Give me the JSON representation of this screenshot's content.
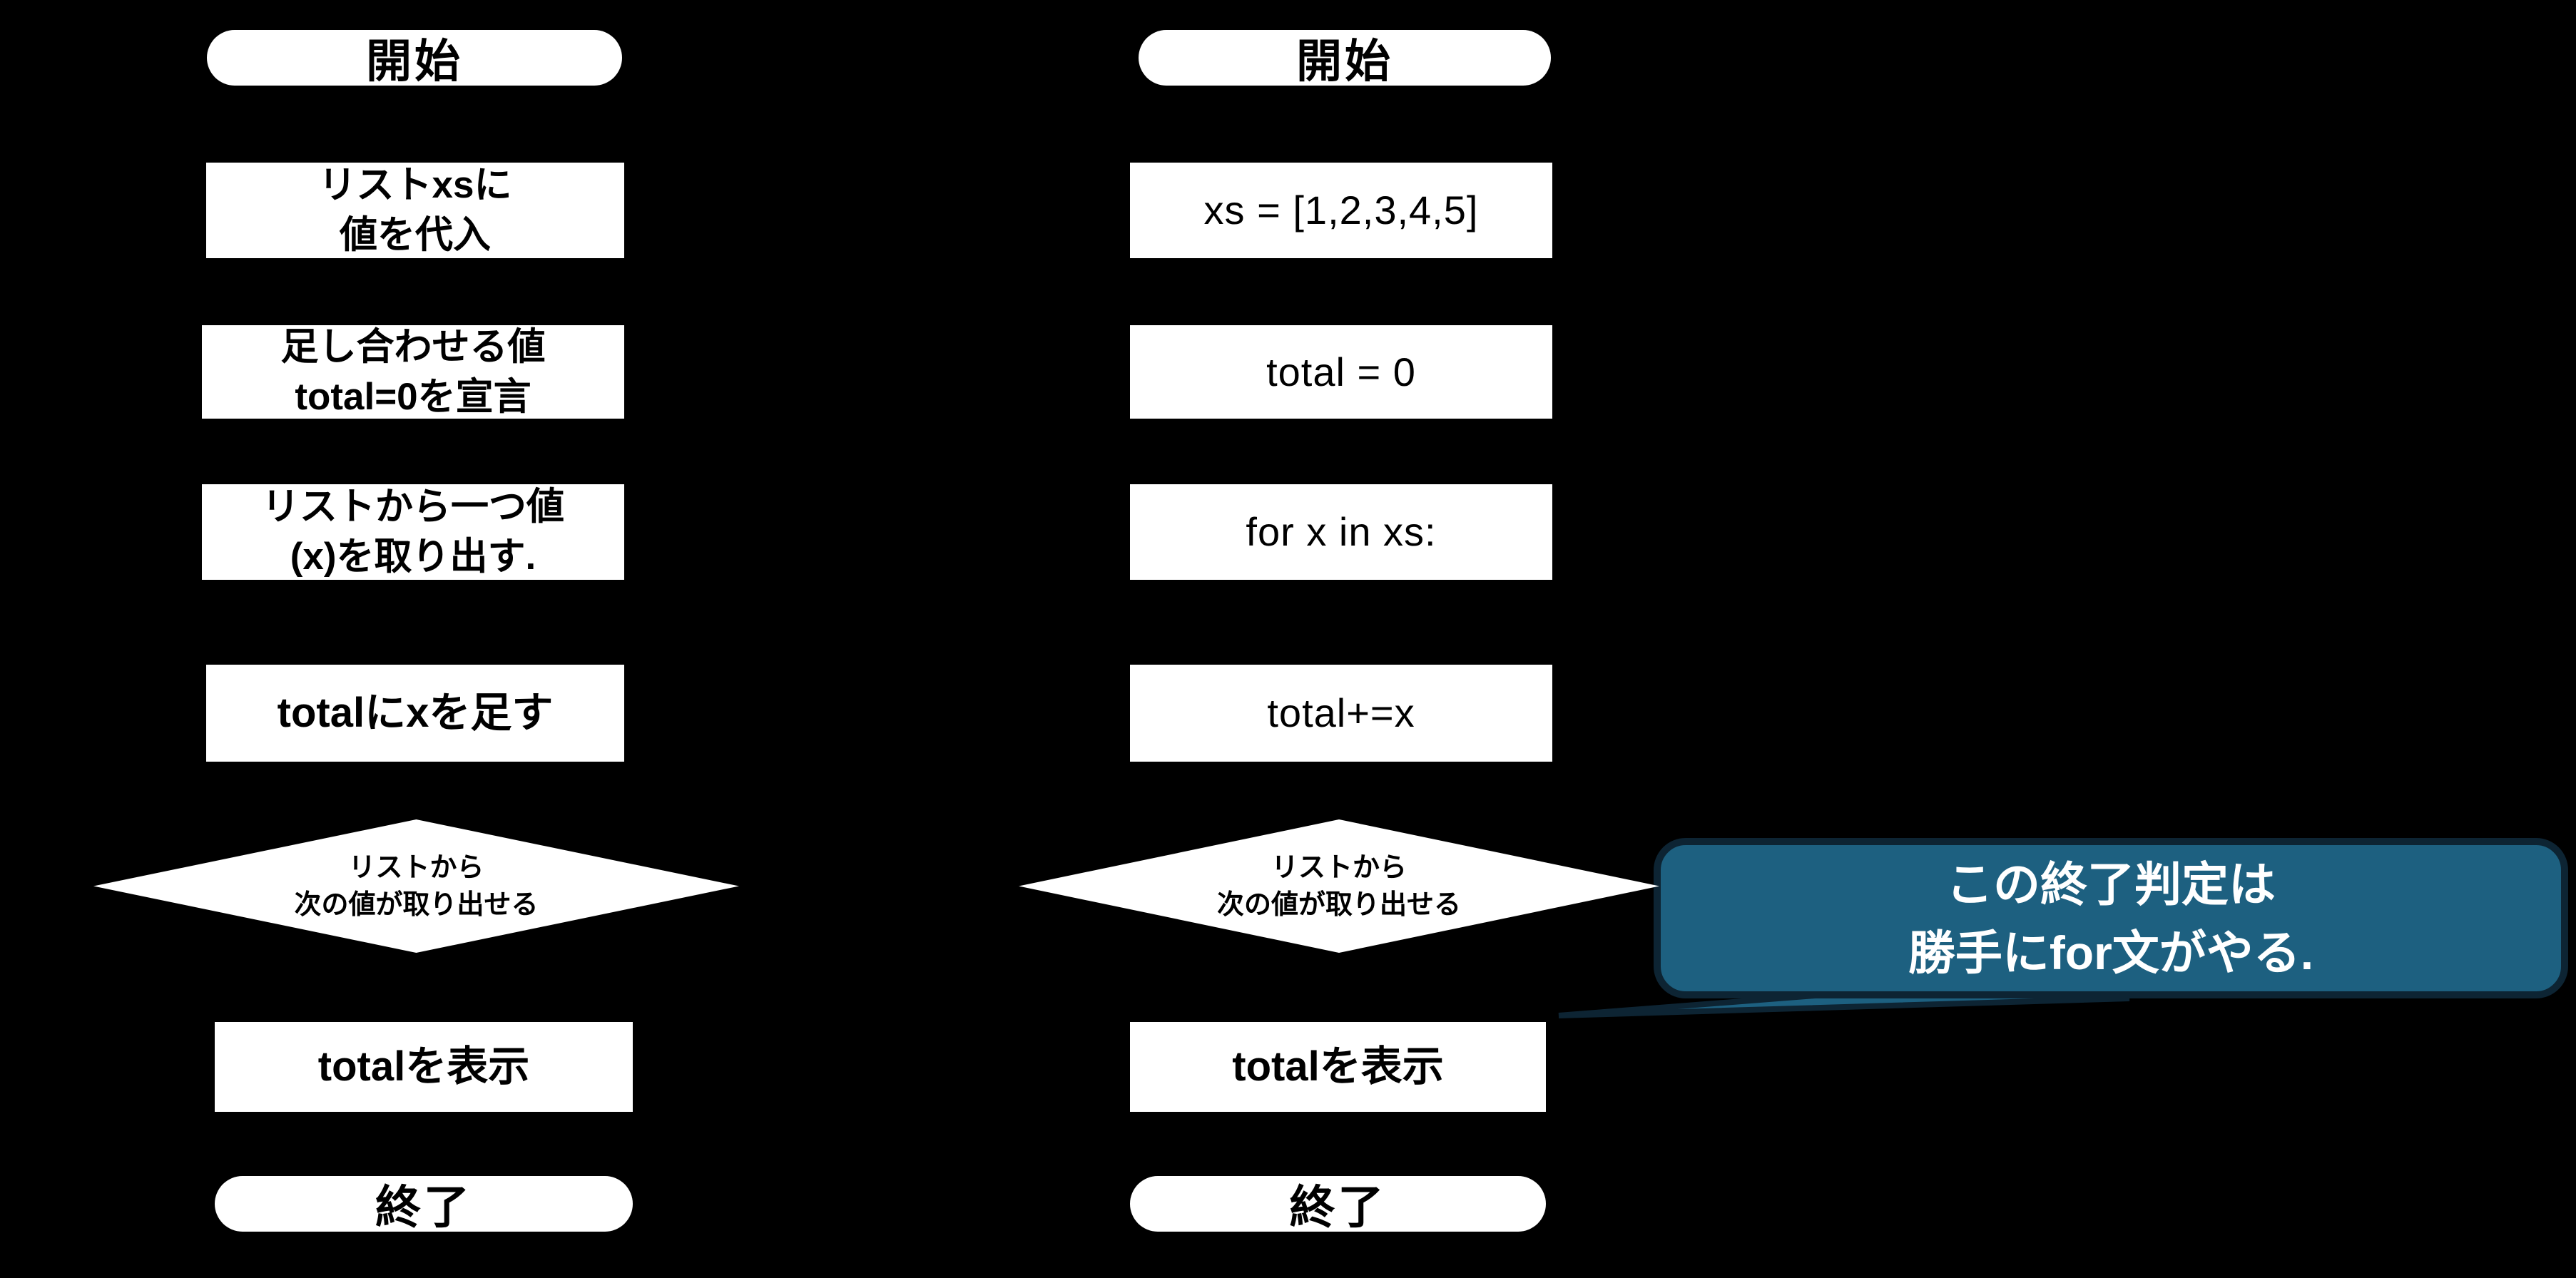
{
  "title": "for-loop flowchart slide",
  "colors": {
    "background": "#000000",
    "shape_fill": "#ffffff",
    "shape_text": "#000000",
    "callout_fill": "#1d6080",
    "callout_border": "#0d2433",
    "callout_text": "#ffffff"
  },
  "left_flowchart": {
    "start_label": "開始",
    "step1": {
      "line1": "リストxsに",
      "line2": "値を代入"
    },
    "step2": {
      "line1": "足し合わせる値",
      "line2": "total=0を宣言"
    },
    "step3": {
      "line1": "リストから一つ値",
      "line2": "(x)を取り出す."
    },
    "step4": {
      "line1": "totalにxを足す"
    },
    "decision": {
      "line1": "リストから",
      "line2": "次の値が取り出せる"
    },
    "step5": {
      "line1": "totalを表示"
    },
    "end_label": "終了"
  },
  "right_flowchart": {
    "start_label": "開始",
    "step1": {
      "line1": "xs = [1,2,3,4,5]"
    },
    "step2": {
      "line1": "total = 0"
    },
    "step3": {
      "line1": "for x in xs:"
    },
    "step4": {
      "line1": "total+=x"
    },
    "decision": {
      "line1": "リストから",
      "line2": "次の値が取り出せる"
    },
    "step5": {
      "line1": "totalを表示"
    },
    "end_label": "終了"
  },
  "callout": {
    "line1": "この終了判定は",
    "line2": "勝手にfor文がやる."
  }
}
